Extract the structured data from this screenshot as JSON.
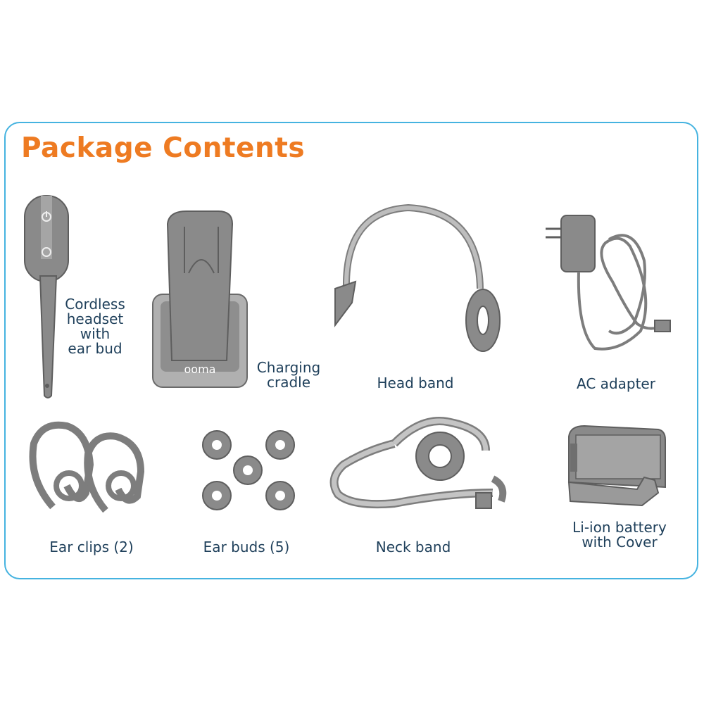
{
  "title": "Package Contents",
  "brand": {
    "device_logo": "ooma"
  },
  "colors": {
    "title": "#ee7b22",
    "border": "#45b3e0",
    "label": "#1e3f5a",
    "item_fill": "#8a8a8a"
  },
  "items": [
    {
      "label": "Cordless\nheadset\nwith\near bud",
      "icon": "headset-icon"
    },
    {
      "label": "Charging\ncradle",
      "icon": "charging-cradle-icon"
    },
    {
      "label": "Head band",
      "icon": "head-band-icon"
    },
    {
      "label": "AC adapter",
      "icon": "ac-adapter-icon"
    },
    {
      "label": "Ear clips (2)",
      "icon": "ear-clips-icon"
    },
    {
      "label": "Ear buds (5)",
      "icon": "ear-buds-icon"
    },
    {
      "label": "Neck band",
      "icon": "neck-band-icon"
    },
    {
      "label": "Li-ion battery\nwith Cover",
      "icon": "battery-icon"
    }
  ]
}
